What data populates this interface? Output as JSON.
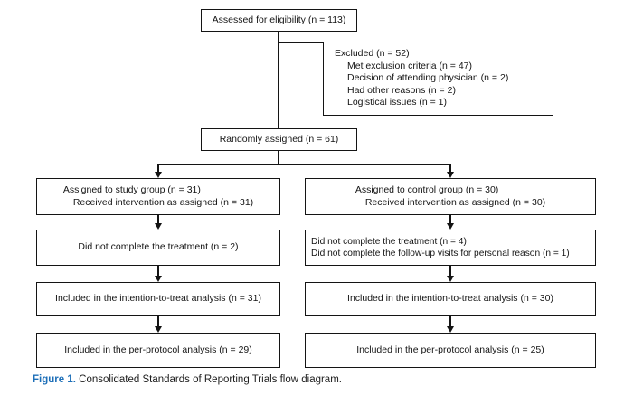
{
  "figure": {
    "caption_label": "Figure 1.",
    "caption_text": " Consolidated Standards of Reporting Trials flow diagram.",
    "line_color": "#141414",
    "accent_color": "#1d6fb8"
  },
  "boxes": {
    "assessed": {
      "text": "Assessed for eligibility (n = 113)"
    },
    "excluded": {
      "title": "Excluded (n = 52)",
      "items": [
        "Met exclusion criteria (n = 47)",
        "Decision of attending physician (n = 2)",
        "Had other reasons (n = 2)",
        "Logistical issues (n = 1)"
      ]
    },
    "randomized": {
      "text": "Randomly assigned (n = 61)"
    },
    "study_assigned": {
      "line1": "Assigned to study group (n = 31)",
      "line2": "Received intervention as assigned (n = 31)"
    },
    "control_assigned": {
      "line1": "Assigned to control group (n = 30)",
      "line2": "Received intervention as assigned (n = 30)"
    },
    "study_dropout": {
      "text": "Did not complete the treatment (n = 2)"
    },
    "control_dropout": {
      "line1": "Did not complete the treatment (n = 4)",
      "line2": "Did not complete the follow-up visits for personal reason (n = 1)"
    },
    "study_itt": {
      "text": "Included in the intention-to-treat analysis (n = 31)"
    },
    "control_itt": {
      "text": "Included in the intention-to-treat analysis (n = 30)"
    },
    "study_pp": {
      "text": "Included in the per-protocol analysis (n = 29)"
    },
    "control_pp": {
      "text": "Included in the per-protocol analysis (n = 25)"
    }
  }
}
